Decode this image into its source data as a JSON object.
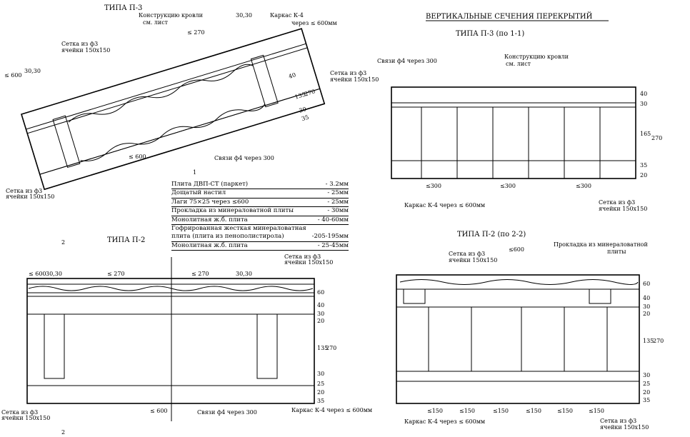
{
  "titles": {
    "main": "ВЕРТИКАЛЬНЫЕ СЕЧЕНИЯ ПЕРЕКРЫТИЙ",
    "p3_plan": "ТИПА П-3",
    "p3_section": "ТИПА П-3 (по 1-1)",
    "p2_plan": "ТИПА П-2",
    "p2_section": "ТИПА П-2 (по 2-2)"
  },
  "legend": [
    {
      "name": "Плита ДВП-СТ (паркет)",
      "value": "- 3.2мм"
    },
    {
      "name": "Дощатый настил",
      "value": "- 25мм"
    },
    {
      "name": "Лаги 75×25 через ≤600",
      "value": "- 25мм"
    },
    {
      "name": "Прокладка из минераловатной плиты",
      "value": "- 30мм"
    },
    {
      "name": "Монолитная ж.б. плита",
      "value": "- 40-60мм"
    },
    {
      "name": "Гофрированная жесткая минераловатная",
      "value": ""
    },
    {
      "name": "плита (плита из пенополистирола)",
      "value": "-205-195мм"
    },
    {
      "name": "Монолитная ж.б. плита",
      "value": "- 25-45мм"
    }
  ],
  "labels": {
    "roof": "Конструкцию кровли",
    "see_sheet": "см. лист",
    "frame_k4": "Каркас К-4",
    "frame_step": "через ≤ 600мм",
    "frame_full": "Каркас К-4 через ≤ 600мм",
    "mesh": "Сетка из ф3",
    "mesh_cell": "ячейки 150x150",
    "ties": "Связи ф4 через 300",
    "pad": "Прокладка из минераловатной",
    "pad2": "плиты",
    "d600": "≤ 600",
    "d600b": "≤600",
    "d270": "≤ 270",
    "d3030": "30,30",
    "d300": "≤300",
    "d150": "≤150",
    "cut1": "1",
    "cut2": "2"
  },
  "dims": {
    "p3": [
      "40",
      "30",
      "165",
      "270",
      "35",
      "20"
    ],
    "p2": [
      "60",
      "40",
      "30",
      "20",
      "135",
      "270",
      "30",
      "25",
      "20",
      "35"
    ],
    "p3_rot": [
      "40",
      "135",
      "270",
      "30",
      "35"
    ]
  }
}
